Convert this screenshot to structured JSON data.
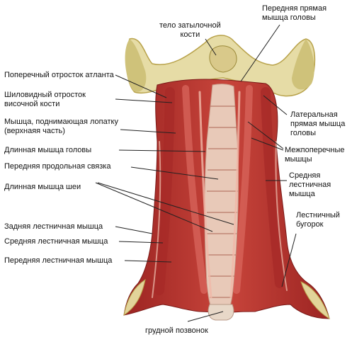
{
  "labels": {
    "occipital_body": "тело затылочной\nкости",
    "rectus_capitis_anterior": "Передняя прямая\nмышца головы",
    "atlas_transverse_process": "Поперечный отросток атланта",
    "styloid_process": "Шиловидный отросток\nвисочной кости",
    "levator_scapulae": "Мышца, поднимающая лопатку\n(верхнаяя часть)",
    "rectus_capitis_lateralis": "Латеральная\nпрямая мышца\nголовы",
    "longus_capitis": "Длинная мышца головы",
    "intertransverse": "Межпоперечные\nмышцы",
    "anterior_longitudinal_ligament": "Передняя продольная связка",
    "middle_scalene_right": "Средняя\nлестничная\nмышца",
    "longus_colli": "Длинная мышца шеи",
    "scalene_tubercle": "Лестничный\nбугорок",
    "posterior_scalene": "Задняя лестничная мышца",
    "middle_scalene_left": "Средняя лестничная мышца",
    "anterior_scalene": "Передняя лестничная мышца",
    "thoracic_vertebra": "грудной позвонок"
  },
  "colors": {
    "muscle": "#b8332e",
    "muscle_dark": "#8e1f1d",
    "muscle_light": "#d8665c",
    "bone": "#e9e0b0",
    "bone_shade": "#c9b760",
    "tendon": "#ead4c4"
  }
}
